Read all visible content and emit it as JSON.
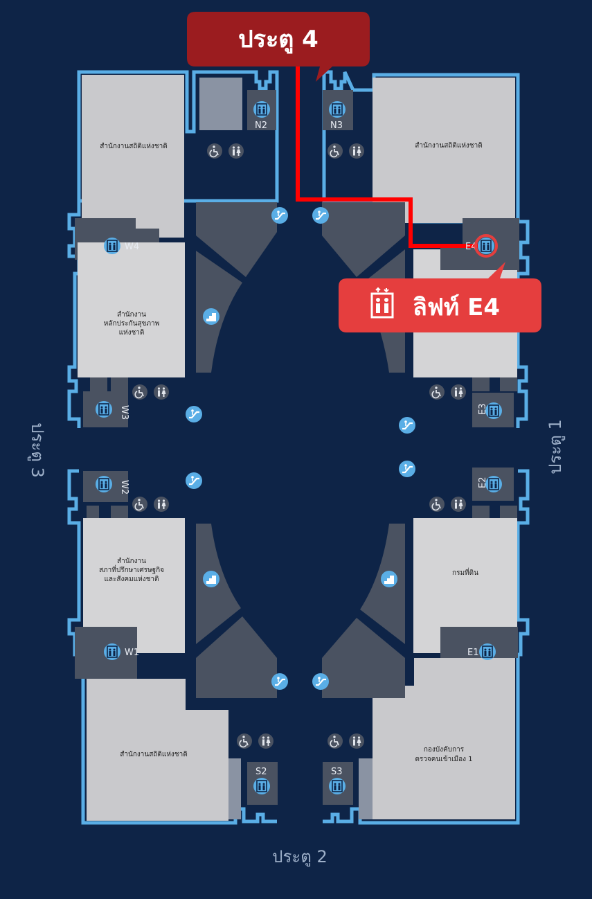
{
  "gates": {
    "north": "ประตู 4",
    "south": "ประตู 2",
    "east": "ประตู 1",
    "west": "ประตู 3"
  },
  "destination": {
    "label": "ลิฟท์ E4",
    "icon": "elevator-icon",
    "color": "#e53e3e"
  },
  "entry_callout": {
    "label": "ประตู 4",
    "color": "#9b1c1f"
  },
  "route": {
    "color": "#ff0000"
  },
  "rooms": {
    "nw": "สำนักงานสถิติแห่งชาติ",
    "ne": "สำนักงานสถิติแห่งชาติ",
    "w_upper": [
      "สำนักงาน",
      "หลักประกันสุขภาพ",
      "แห่งชาติ"
    ],
    "w_lower": [
      "สำนักงาน",
      "สภาที่ปรึกษาเศรษฐกิจ",
      "และสังคมแห่งชาติ"
    ],
    "e_lower": "กรมที่ดิน",
    "sw": "สำนักงานสถิติแห่งชาติ",
    "se": [
      "กองบังคับการ",
      "ตรวจคนเข้าเมือง 1"
    ]
  },
  "lifts": {
    "n2": "N2",
    "n3": "N3",
    "w4": "W4",
    "w3": "W3",
    "w2": "W2",
    "w1": "W1",
    "e4": "E4",
    "e3": "E3",
    "e2": "E2",
    "e1": "E1",
    "s2": "S2",
    "s3": "S3"
  },
  "colors": {
    "background": "#0e2447",
    "outline": "#5aaee6",
    "room_light": "#cfcfd2",
    "room_dark": "#4a5261",
    "icon": "#5aaee6"
  }
}
